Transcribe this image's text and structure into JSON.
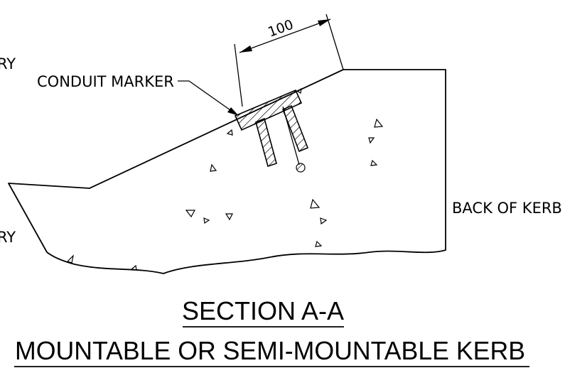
{
  "labels": {
    "conduit_marker": "CONDUIT MARKER",
    "back_of_kerb": "BACK OF KERB",
    "left_upper_partial": "RY",
    "left_lower_partial": "RY"
  },
  "dimension": "100",
  "titles": {
    "section": "SECTION A-A",
    "subtitle": "MOUNTABLE OR SEMI-MOUNTABLE KERB"
  }
}
